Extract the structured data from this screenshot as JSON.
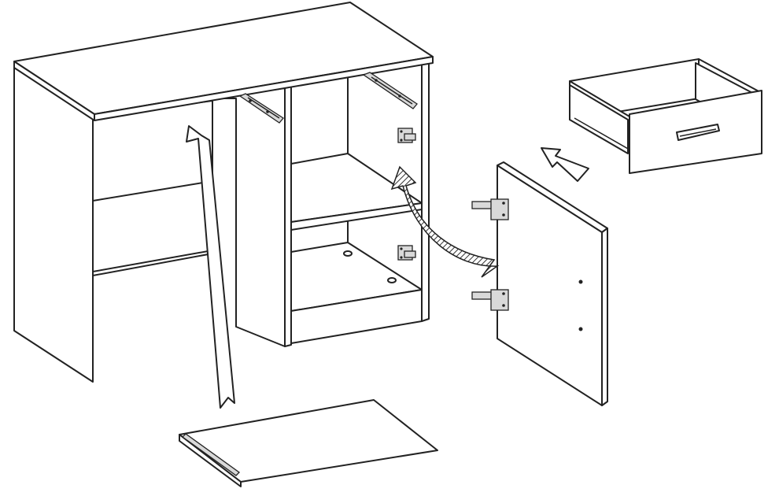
{
  "diagram": {
    "type": "assembly-instruction",
    "parts": [
      {
        "name": "desk-carcass",
        "icon": "desk-body-icon"
      },
      {
        "name": "shelf-panel",
        "icon": "shelf-panel-icon"
      },
      {
        "name": "cabinet-door",
        "icon": "door-panel-icon"
      },
      {
        "name": "drawer",
        "icon": "drawer-icon"
      }
    ],
    "arrows": [
      {
        "name": "shelf-insert-arrow",
        "icon": "arrow-up-icon"
      },
      {
        "name": "door-mount-arrow",
        "icon": "curved-arrow-icon"
      },
      {
        "name": "drawer-insert-arrow",
        "icon": "arrow-left-icon"
      }
    ],
    "colors": {
      "line": "#222222",
      "fill": "#ffffff",
      "hardware": "#d9d9d9",
      "arrow_hatch": "#333333"
    }
  }
}
